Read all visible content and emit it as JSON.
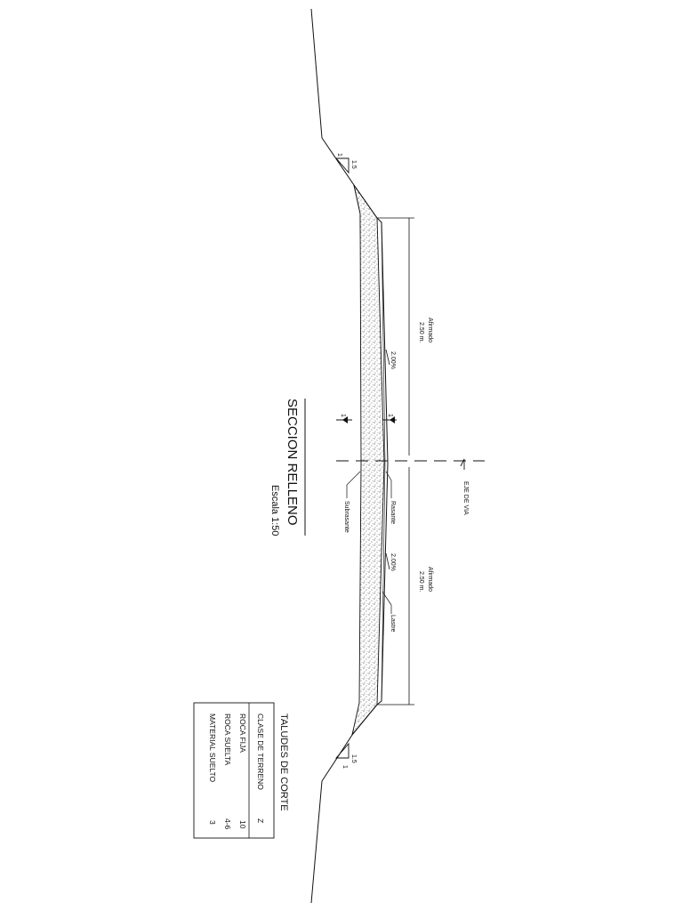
{
  "title": "SECCION RELLENO",
  "scale": "Escala 1:50",
  "labels": {
    "afirmado_top": "Afirmado",
    "width_top": "2.50 m.",
    "afirmado_bottom": "Afirmado",
    "width_bottom": "2.50 m.",
    "slope_top": "2.00%",
    "slope_bottom": "2.00%",
    "axis": "EJE DE VIA",
    "rasante": "Rasante",
    "subrasante": "Subrasante",
    "lastre": "Lastre",
    "marker_left": "1",
    "marker_right": "1",
    "talud_top_v": "1.5",
    "talud_top_h": "1",
    "talud_bottom_v": "1.5",
    "talud_bottom_h": "1"
  },
  "table": {
    "title": "TALUDES DE CORTE",
    "headers": [
      "CLASE DE TERRENO",
      "Z"
    ],
    "rows": [
      {
        "terreno": "ROCA FIJA",
        "z": "10"
      },
      {
        "terreno": "ROCA SUELTA",
        "z": "4-6"
      },
      {
        "terreno": "MATERIAL SUELTO",
        "z": "3"
      }
    ]
  },
  "colors": {
    "line": "#111111",
    "fill_hatch": "#555555"
  }
}
